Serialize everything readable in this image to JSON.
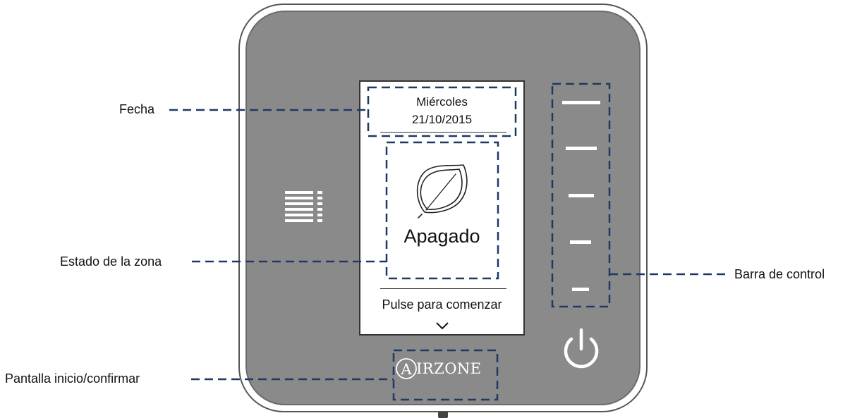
{
  "screen": {
    "date_day": "Miércoles",
    "date_value": "21/10/2015",
    "zone_status": "Apagado",
    "prompt": "Pulse para comenzar"
  },
  "annotations": {
    "date": "Fecha",
    "zone_status": "Estado de la zona",
    "home_confirm": "Pantalla inicio/confirmar",
    "control_bar": "Barra de control"
  },
  "logo": {
    "letter": "A",
    "text": "IRZONE"
  },
  "icons": {
    "menu": "menu-icon",
    "eco": "leaf-icon",
    "chevron": "chevron-down-icon",
    "power": "power-icon"
  },
  "control_bar": {
    "levels": 5
  },
  "colors": {
    "device_body": "#8a8a8a",
    "annotation_dash": "#1f3864",
    "icon": "#ffffff",
    "screen_bg": "#ffffff"
  }
}
